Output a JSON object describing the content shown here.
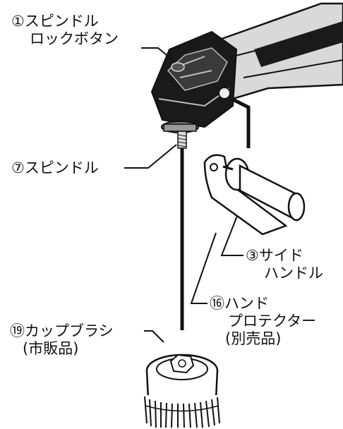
{
  "labels": {
    "spindle_lock_button": {
      "number": "①",
      "line1": "スピンドル",
      "line2": "ロックボタン"
    },
    "spindle": {
      "number": "⑦",
      "text": "スピンドル"
    },
    "side_handle": {
      "number": "③",
      "line1": "サイド",
      "line2": "ハンドル"
    },
    "hand_protector": {
      "number": "⑯",
      "line1": "ハンド",
      "line2": "プロテクター",
      "line3": "(別売品)"
    },
    "cup_brush": {
      "number": "⑲",
      "line1": "カップブラシ",
      "line2": "(市販品)"
    }
  },
  "colors": {
    "ink": "#111111",
    "tool_body": "#1a1a1a",
    "tool_highlight": "#bdbdbd",
    "background": "#ffffff"
  }
}
